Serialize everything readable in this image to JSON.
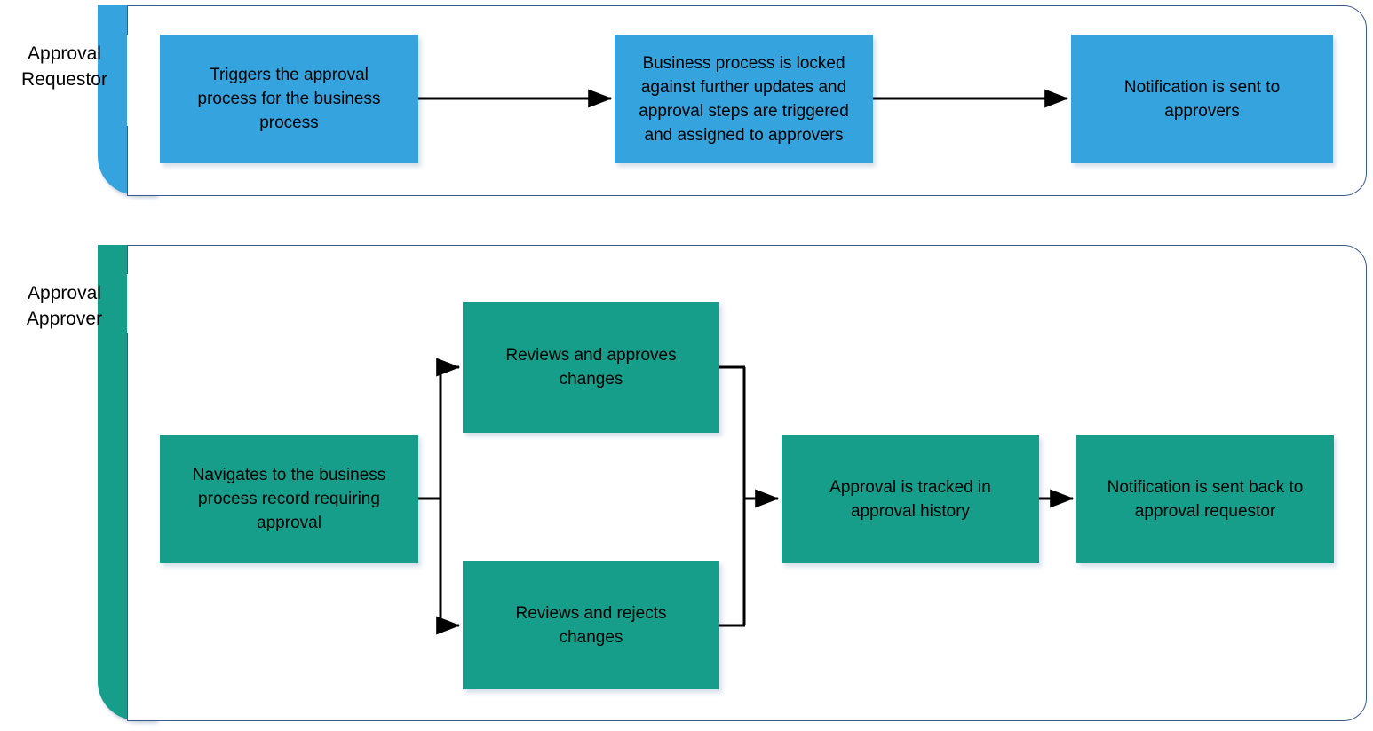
{
  "diagram": {
    "title": "Approval process swimlane flowchart",
    "colors": {
      "requestor_lane": "#35a3de",
      "approver_lane": "#179e8b",
      "lane_border": "#3a5a8c",
      "connector": "#000000",
      "background": "#ffffff"
    }
  },
  "lanes": [
    {
      "id": "approval-requestor",
      "label": "Approval\nRequestor",
      "accent_color": "#35a3de",
      "nodes": [
        {
          "id": "trigger",
          "label": "Triggers the approval\nprocess for the business\nprocess"
        },
        {
          "id": "locked",
          "label": "Business process is locked\nagainst further updates and\napproval steps are triggered\nand assigned to approvers"
        },
        {
          "id": "notify-approvers",
          "label": "Notification is sent to\napprovers"
        }
      ]
    },
    {
      "id": "approval-approver",
      "label": "Approval\nApprover",
      "accent_color": "#179e8b",
      "nodes": [
        {
          "id": "navigate",
          "label": "Navigates to the business\nprocess record requiring\napproval"
        },
        {
          "id": "approve",
          "label": "Reviews and approves\nchanges"
        },
        {
          "id": "reject",
          "label": "Reviews and rejects\nchanges"
        },
        {
          "id": "tracked",
          "label": "Approval is tracked in\napproval history"
        },
        {
          "id": "notify-requestor",
          "label": "Notification is sent back to\napproval requestor"
        }
      ]
    }
  ],
  "connections": [
    {
      "from": "trigger",
      "to": "locked",
      "type": "arrow"
    },
    {
      "from": "locked",
      "to": "notify-approvers",
      "type": "arrow"
    },
    {
      "from": "navigate",
      "to": "approve",
      "type": "branch-arrow"
    },
    {
      "from": "navigate",
      "to": "reject",
      "type": "branch-arrow"
    },
    {
      "from": "approve",
      "to": "tracked",
      "type": "merge-arrow"
    },
    {
      "from": "reject",
      "to": "tracked",
      "type": "merge-arrow"
    },
    {
      "from": "tracked",
      "to": "notify-requestor",
      "type": "arrow"
    }
  ]
}
